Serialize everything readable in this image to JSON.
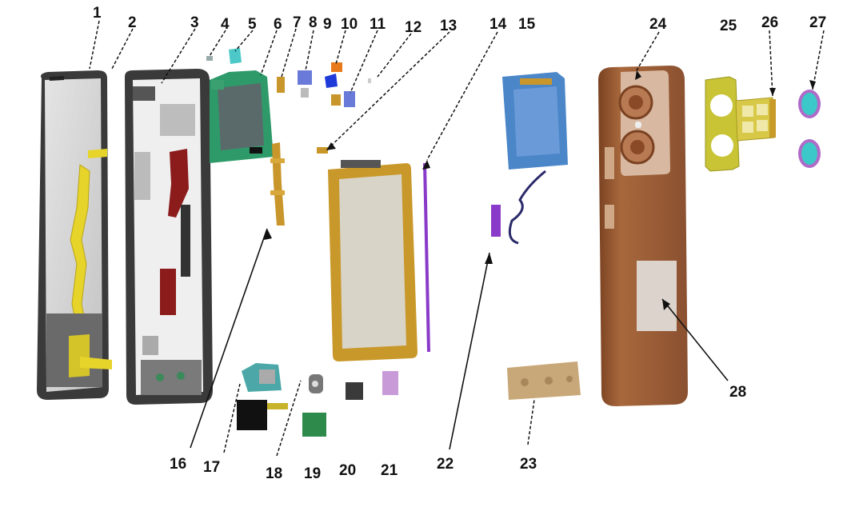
{
  "colors": {
    "screen_frame": "#4a4a4a",
    "screen_glass": "#d8d8d8",
    "flex_cable": "#e6d42a",
    "midframe": "#3c3c3c",
    "pcb_green": "#2e9a6a",
    "main_board_blue": "#4a86c8",
    "battery_gold": "#c9982a",
    "battery_face": "#d9d4c8",
    "back_cover": "#9a5a32",
    "camera_ring": "#c8c436",
    "lens_cyan": "#3cc8c8",
    "lens_purple": "#b06ac8",
    "speaker_tan": "#c8a878",
    "purple_part": "#8a3ac8"
  },
  "labels": [
    "1",
    "2",
    "3",
    "4",
    "5",
    "6",
    "7",
    "8",
    "9",
    "10",
    "11",
    "12",
    "13",
    "14",
    "15",
    "16",
    "17",
    "18",
    "19",
    "20",
    "21",
    "22",
    "23",
    "24",
    "25",
    "26",
    "27",
    "28"
  ]
}
